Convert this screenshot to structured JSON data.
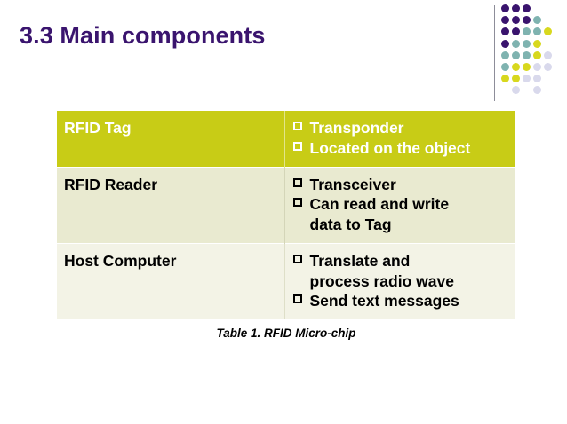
{
  "slide": {
    "title": "3.3 Main components",
    "title_color": "#3a146e",
    "background": "#ffffff"
  },
  "decoration": {
    "name": "dot-grid-motif",
    "rule_color": "#8d8d99",
    "palette": {
      "purple": "#3a146e",
      "teal": "#7fb3b0",
      "yellow": "#d8d81e",
      "lavender": "#d9d9ec"
    },
    "grid": [
      [
        "purple",
        "purple",
        "purple",
        null,
        null,
        null
      ],
      [
        "purple",
        "purple",
        "purple",
        "teal",
        null,
        null
      ],
      [
        "purple",
        "purple",
        "teal",
        "teal",
        "yellow",
        null
      ],
      [
        "purple",
        "teal",
        "teal",
        "yellow",
        null,
        null
      ],
      [
        "teal",
        "teal",
        "teal",
        "yellow",
        "lavender",
        null
      ],
      [
        "teal",
        "yellow",
        "yellow",
        "lavender",
        "lavender",
        null
      ],
      [
        "yellow",
        "yellow",
        "lavender",
        "lavender",
        null,
        null
      ],
      [
        null,
        "lavender",
        null,
        "lavender",
        null,
        null
      ]
    ]
  },
  "table": {
    "name": "rfid-main-components-table",
    "caption": "Table 1. RFID Micro-chip",
    "header_bg": "#c8cc16",
    "rows": [
      {
        "style": "head",
        "term": "RFID Tag",
        "bullets": [
          {
            "lines": [
              "Transponder"
            ]
          },
          {
            "lines": [
              "Located on the object"
            ]
          }
        ]
      },
      {
        "style": "alt",
        "term": "RFID Reader",
        "bullets": [
          {
            "lines": [
              "Transceiver"
            ]
          },
          {
            "lines": [
              "Can read and write",
              "data to Tag"
            ]
          }
        ]
      },
      {
        "style": "plain",
        "term": "Host Computer",
        "bullets": [
          {
            "lines": [
              "Translate and",
              "process radio wave"
            ]
          },
          {
            "lines": [
              "Send text messages"
            ]
          }
        ]
      }
    ]
  }
}
